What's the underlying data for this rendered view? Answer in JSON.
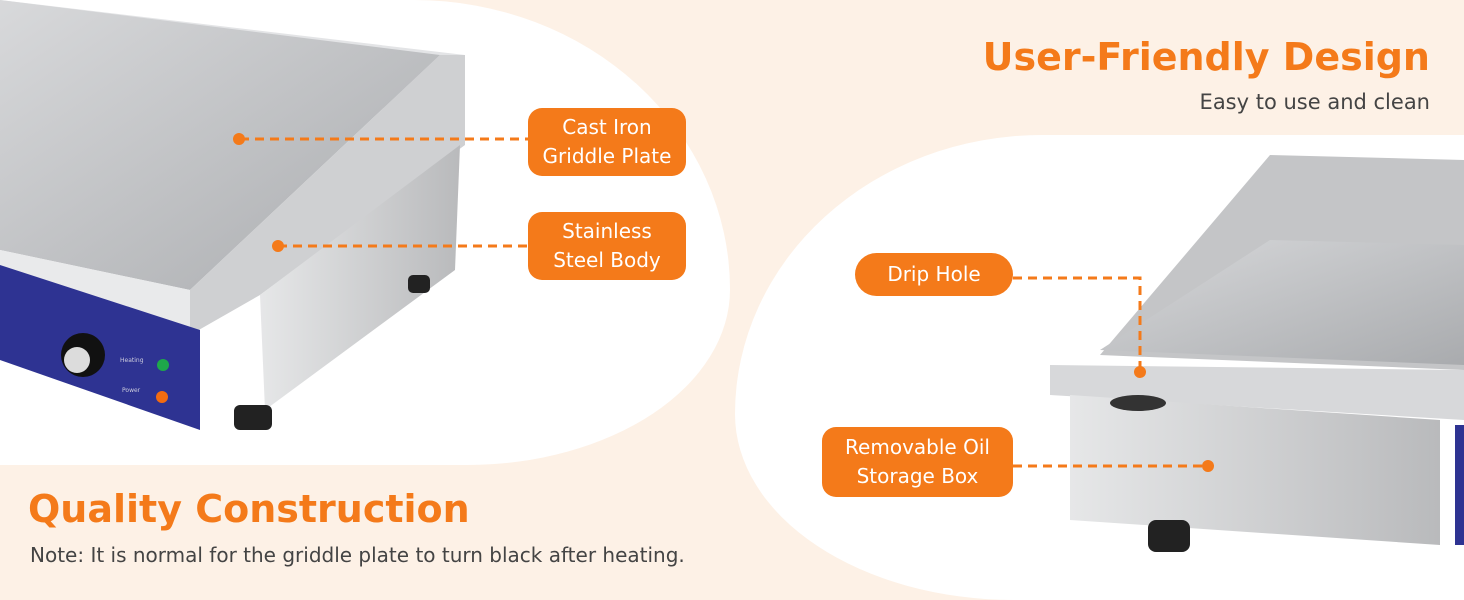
{
  "left_panel": {
    "title": "Quality Construction",
    "note": "Note: It is normal for the griddle plate to turn black after heating.",
    "callouts": [
      {
        "line1": "Cast Iron",
        "line2": "Griddle Plate"
      },
      {
        "line1": "Stainless",
        "line2": "Steel Body"
      }
    ],
    "control_labels": {
      "heating": "Heating",
      "power": "Power"
    }
  },
  "right_panel": {
    "title": "User-Friendly Design",
    "subtitle": "Easy to use and clean",
    "callouts": [
      {
        "line1": "Drip Hole"
      },
      {
        "line1": "Removable Oil",
        "line2": "Storage Box"
      }
    ]
  },
  "colors": {
    "accent": "#f47a1a",
    "background": "#fdf1e6",
    "panel": "#2e3392"
  }
}
